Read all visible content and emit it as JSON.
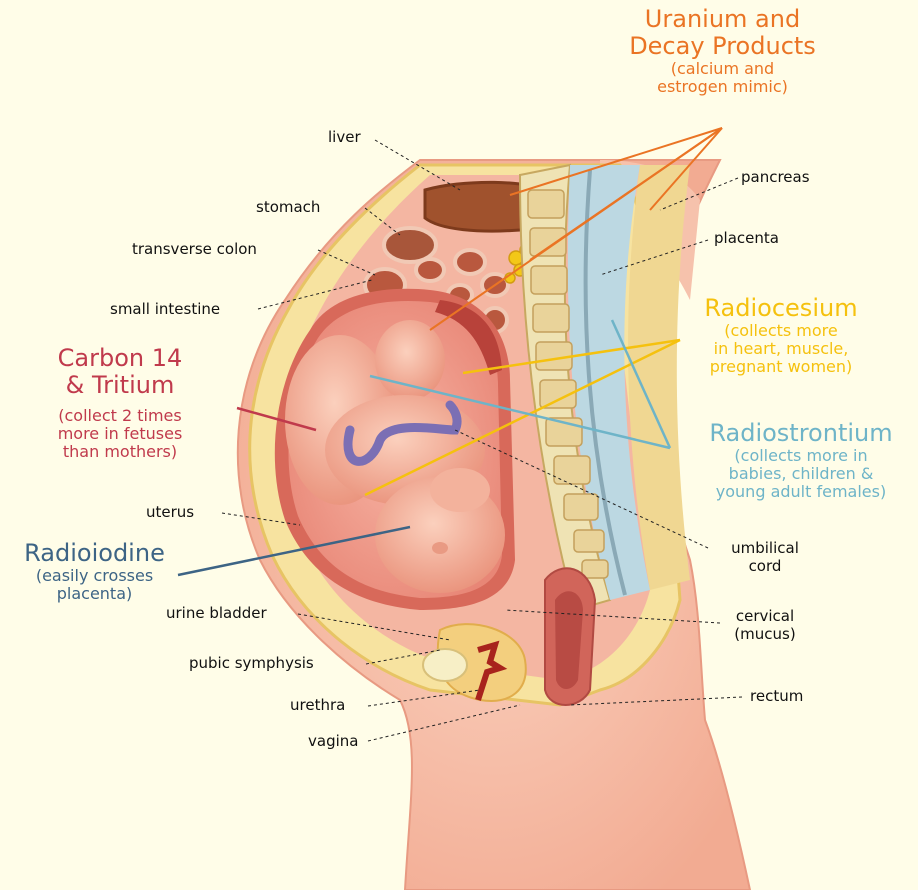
{
  "anatomy_labels": {
    "liver": "liver",
    "stomach": "stomach",
    "transverse_colon": "transverse colon",
    "small_intestine": "small intestine",
    "pancreas": "pancreas",
    "placenta": "placenta",
    "uterus": "uterus",
    "umbilical_cord": [
      "umbilical",
      "cord"
    ],
    "urine_bladder": "urine bladder",
    "cervical": [
      "cervical",
      "(mucus)"
    ],
    "pubic_symphysis": "pubic symphysis",
    "urethra": "urethra",
    "rectum": "rectum",
    "vagina": "vagina"
  },
  "radionuclides": {
    "uranium": {
      "title": [
        "Uranium and",
        "Decay Products"
      ],
      "note": [
        "(calcium and",
        "estrogen mimic)"
      ],
      "color": "#ea7424"
    },
    "radiocesium": {
      "title": [
        "Radiocesium"
      ],
      "note": [
        "(collects more",
        "in heart, muscle,",
        "pregnant women)"
      ],
      "color": "#f5c10e"
    },
    "radiostrontium": {
      "title": [
        "Radiostrontium"
      ],
      "note": [
        "(collects more in",
        "babies, children &",
        "young adult females)"
      ],
      "color": "#6eb4c8"
    },
    "carbon": {
      "title": [
        "Carbon 14",
        "& Tritium"
      ],
      "note": [
        "(collect 2 times",
        "more in fetuses",
        "than mothers)"
      ],
      "color": "#c03a4c"
    },
    "radioiodine": {
      "title": [
        "Radioiodine"
      ],
      "note": [
        "(easily crosses",
        "placenta)"
      ],
      "color": "#3d6485"
    }
  }
}
